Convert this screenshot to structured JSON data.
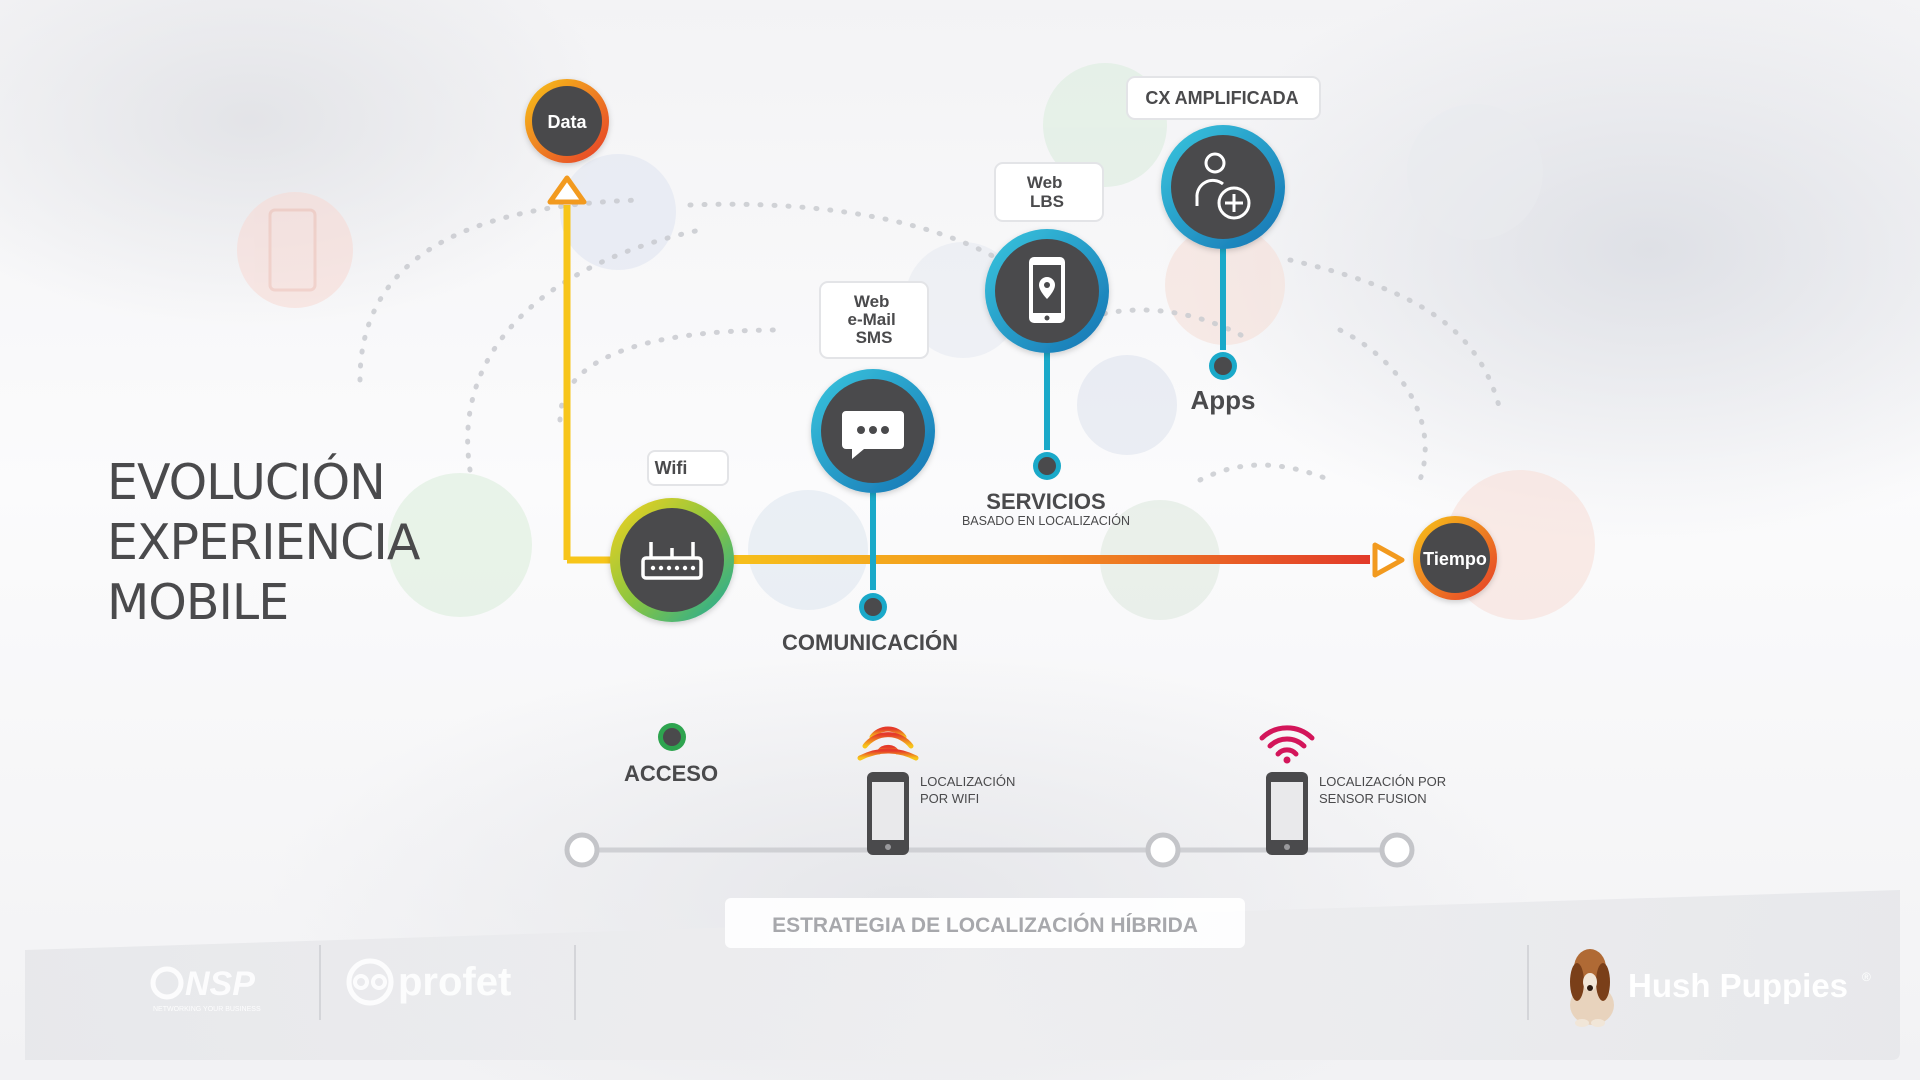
{
  "title_lines": [
    "EVOLUCIÓN",
    "EXPERIENCIA",
    "MOBILE"
  ],
  "nodes": {
    "data": "Data",
    "tiempo": "Tiempo"
  },
  "stages": {
    "acceso": {
      "tag": "Wifi",
      "label": "ACCESO"
    },
    "comunicacion": {
      "tag": [
        "Web",
        "e-Mail",
        "SMS"
      ],
      "label": "COMUNICACIÓN"
    },
    "servicios": {
      "tag": [
        "Web",
        "LBS"
      ],
      "label": "SERVICIOS",
      "sublabel": "BASADO EN LOCALIZACIÓN"
    },
    "apps": {
      "tag": "CX AMPLIFICADA",
      "label": "Apps"
    }
  },
  "localization": {
    "wifi": [
      "LOCALIZACIÓN",
      "POR WIFI"
    ],
    "sensor": [
      "LOCALIZACIÓN POR",
      "SENSOR FUSION"
    ],
    "strategy": "ESTRATEGIA DE LOCALIZACIÓN HÍBRIDA"
  },
  "logos": {
    "nsp": "NSP",
    "nsp_tagline": "NETWORKING YOUR BUSINESS",
    "profet": "profet",
    "hush": "Hush Puppies",
    "hush_mark": "®"
  },
  "colors": {
    "yellow": "#f5c51b",
    "orange": "#f29a1f",
    "red": "#e53a2a",
    "teal": "#1aa9c9",
    "green": "#3bb54a",
    "dark": "#4a4a4c",
    "magenta": "#d3155a"
  },
  "icons": {
    "acceso": "router-icon",
    "comunicacion": "chat-bubble-icon",
    "servicios": "smartphone-location-icon",
    "apps": "add-user-icon"
  }
}
